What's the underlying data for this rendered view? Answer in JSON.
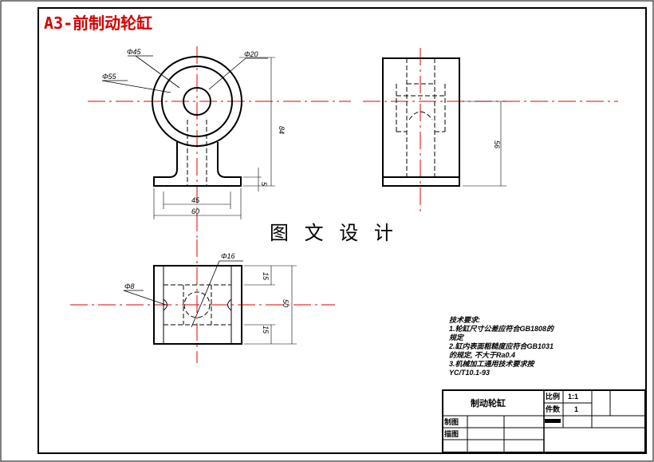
{
  "drawing": {
    "title": "A3-前制动轮缸",
    "center_caption": "图 文 设 计",
    "front_view": {
      "dia_45": "Φ45",
      "dia_20": "Φ20",
      "dia_55": "Φ55",
      "height_84": "84",
      "height_5": "5",
      "width_45": "45",
      "width_60": "60"
    },
    "side_view": {
      "height_56": "56"
    },
    "top_view": {
      "dia_16": "Φ16",
      "dia_8": "Φ8",
      "dim_15_top": "15",
      "dim_50": "50",
      "dim_15_bottom": "15"
    },
    "notes": {
      "heading": "技术要求:",
      "line1": "1.轮缸尺寸公差应符合GB1808的",
      "line2": "规定",
      "line3": "2.缸内表面粗糙度应符合GB1031",
      "line4": "的规定, 不大于Ra0.4",
      "line5": "3.机械加工通用技术要求按",
      "line6": "YC/T10.1-93"
    },
    "title_block": {
      "part_name": "制动轮缸",
      "scale_label": "比例",
      "scale_value": "1:1",
      "qty_label": "件数",
      "qty_value": "1",
      "drawn_label": "制图",
      "checked_label": "描图"
    }
  }
}
